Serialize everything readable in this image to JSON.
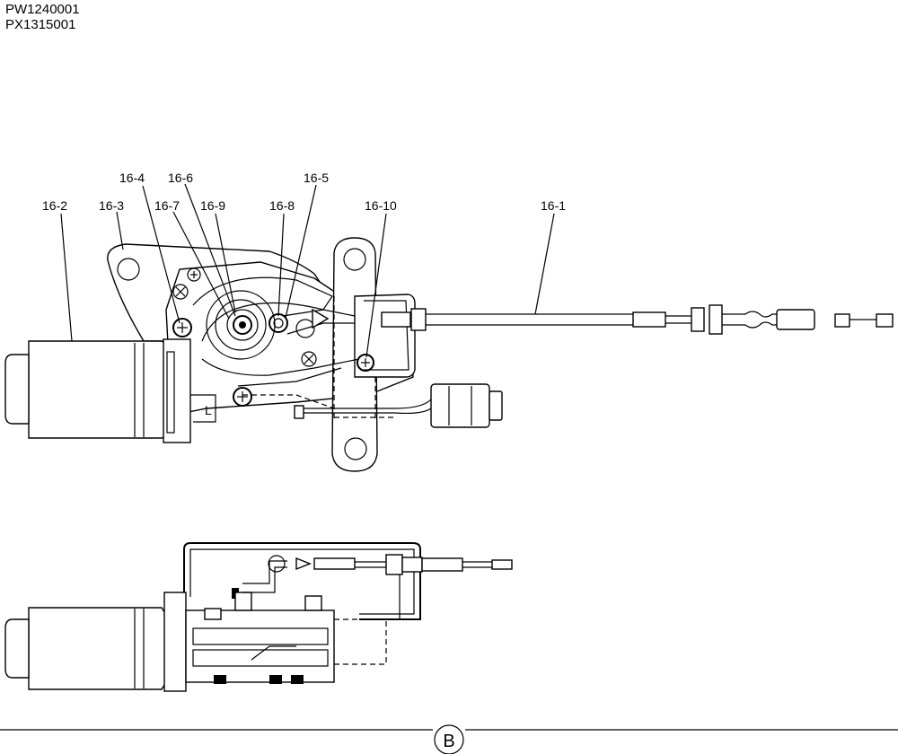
{
  "document_codes": [
    "PW1240001",
    "PX1315001"
  ],
  "callouts": {
    "c16_1": "16-1",
    "c16_2": "16-2",
    "c16_3": "16-3",
    "c16_4": "16-4",
    "c16_5": "16-5",
    "c16_6": "16-6",
    "c16_7": "16-7",
    "c16_8": "16-8",
    "c16_9": "16-9",
    "c16_10": "16-10"
  },
  "view_marker": "B",
  "embedded_marks": {
    "motor_side_letter": "L"
  }
}
